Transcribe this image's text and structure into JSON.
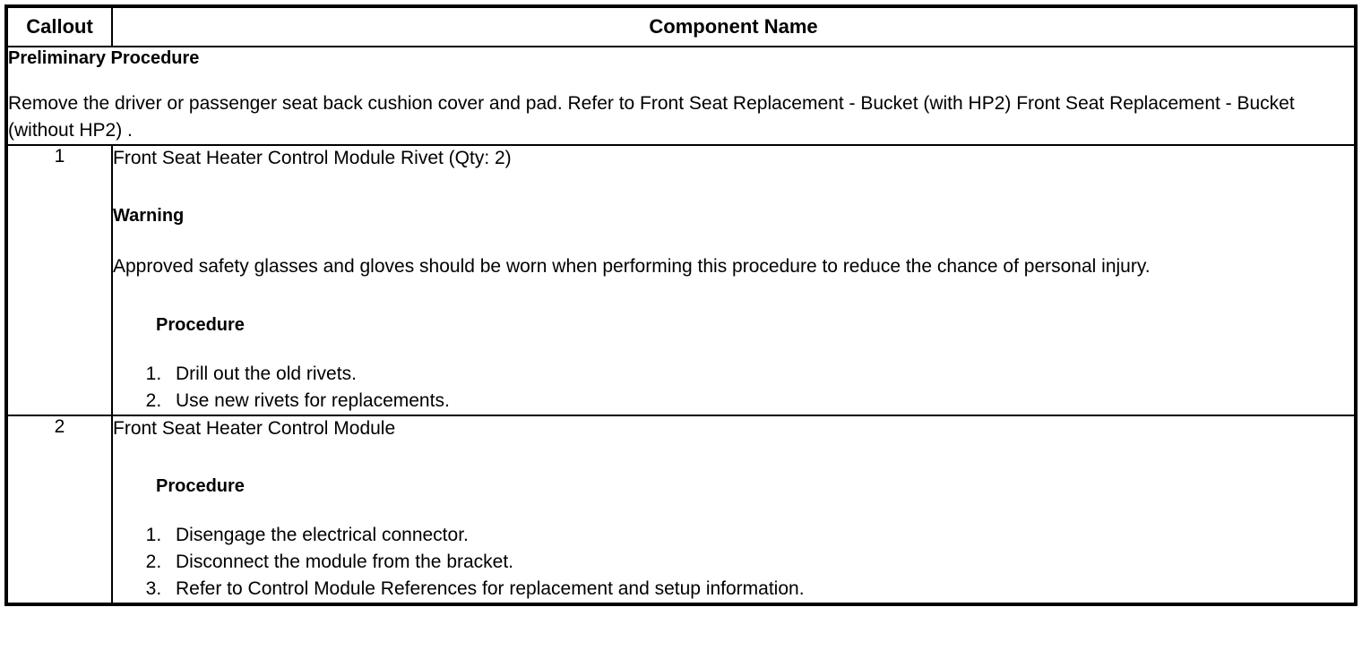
{
  "table": {
    "header": {
      "callout_label": "Callout",
      "component_label": "Component Name"
    },
    "preliminary": {
      "title": "Preliminary Procedure",
      "body": "Remove the driver or passenger seat back cushion cover and pad. Refer to Front Seat Replacement - Bucket (with HP2) Front Seat Replacement - Bucket (without HP2) ."
    },
    "rows": [
      {
        "callout": "1",
        "component_name": "Front Seat Heater Control Module Rivet (Qty: 2)",
        "warning_heading": "Warning",
        "warning_text": "Approved safety glasses and gloves should be worn when performing this procedure to reduce the chance of personal injury.",
        "procedure_heading": "Procedure",
        "steps": [
          "Drill out the old rivets.",
          "Use new rivets for replacements."
        ]
      },
      {
        "callout": "2",
        "component_name": "Front Seat Heater Control Module",
        "procedure_heading": "Procedure",
        "steps": [
          "Disengage the electrical connector.",
          "Disconnect the module from the bracket.",
          "Refer to Control Module References for replacement and setup information."
        ]
      }
    ]
  },
  "colors": {
    "border": "#000000",
    "text": "#000000",
    "background": "#ffffff"
  }
}
